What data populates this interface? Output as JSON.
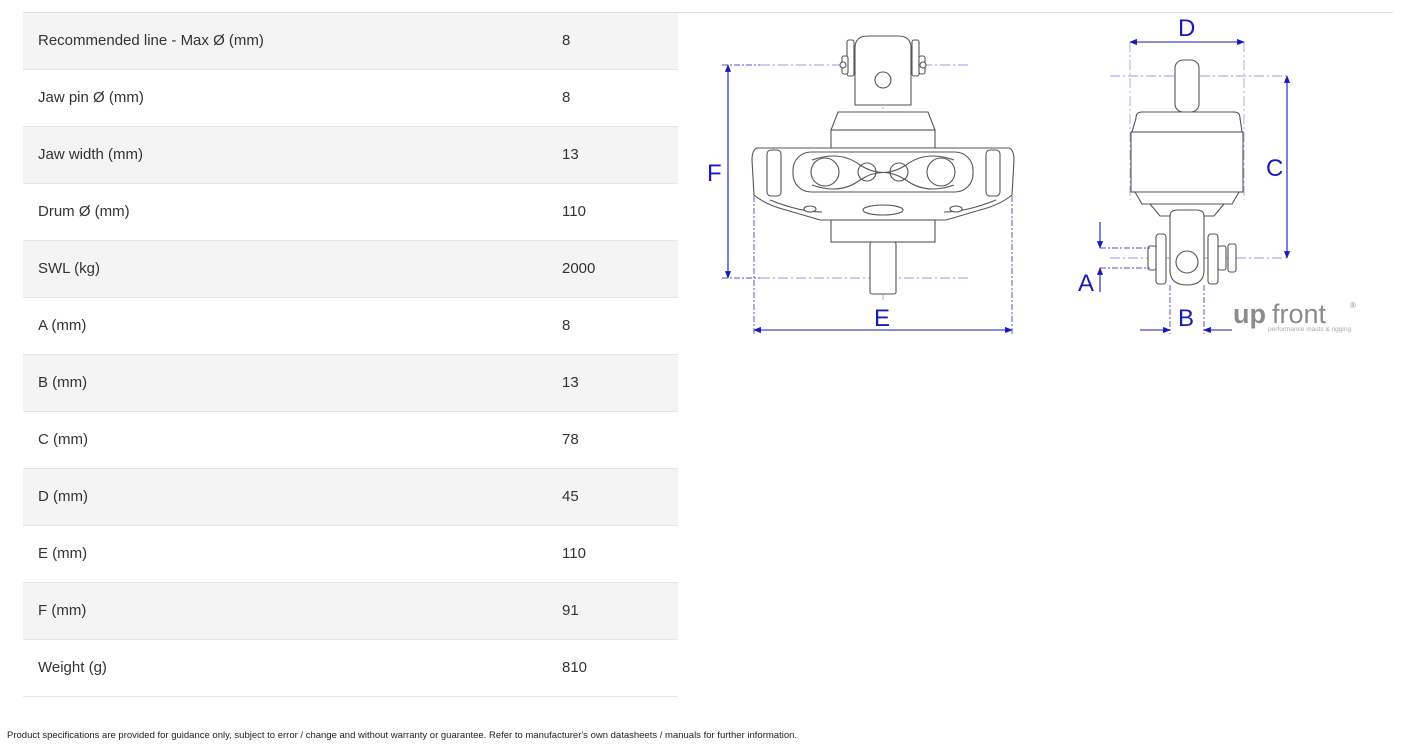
{
  "specs": [
    {
      "label": "Recommended line - Max Ø (mm)",
      "value": "8"
    },
    {
      "label": "Jaw pin Ø (mm)",
      "value": "8"
    },
    {
      "label": "Jaw width (mm)",
      "value": "13"
    },
    {
      "label": "Drum Ø (mm)",
      "value": "110"
    },
    {
      "label": "SWL (kg)",
      "value": "2000"
    },
    {
      "label": "A (mm)",
      "value": "8"
    },
    {
      "label": "B (mm)",
      "value": "13"
    },
    {
      "label": "C (mm)",
      "value": "78"
    },
    {
      "label": "D (mm)",
      "value": "45"
    },
    {
      "label": "E (mm)",
      "value": "110"
    },
    {
      "label": "F (mm)",
      "value": "91"
    },
    {
      "label": "Weight (g)",
      "value": "810"
    }
  ],
  "drawing": {
    "dimension_labels": {
      "a": "A",
      "b": "B",
      "c": "C",
      "d": "D",
      "e": "E",
      "f": "F"
    },
    "logo": {
      "word_up": "up",
      "word_front": "front",
      "registered": "®",
      "tagline": "performance masts & rigging"
    },
    "colors": {
      "dimension": "#1a1ab8",
      "part_stroke": "#555555",
      "centerline": "#7a7ad0",
      "logo_grey": "#8c8c8c"
    }
  },
  "footer": {
    "disclaimer": "Product specifications are provided for guidance only, subject to error / change and without warranty or guarantee. Refer to manufacturer's own datasheets / manuals for further information."
  }
}
